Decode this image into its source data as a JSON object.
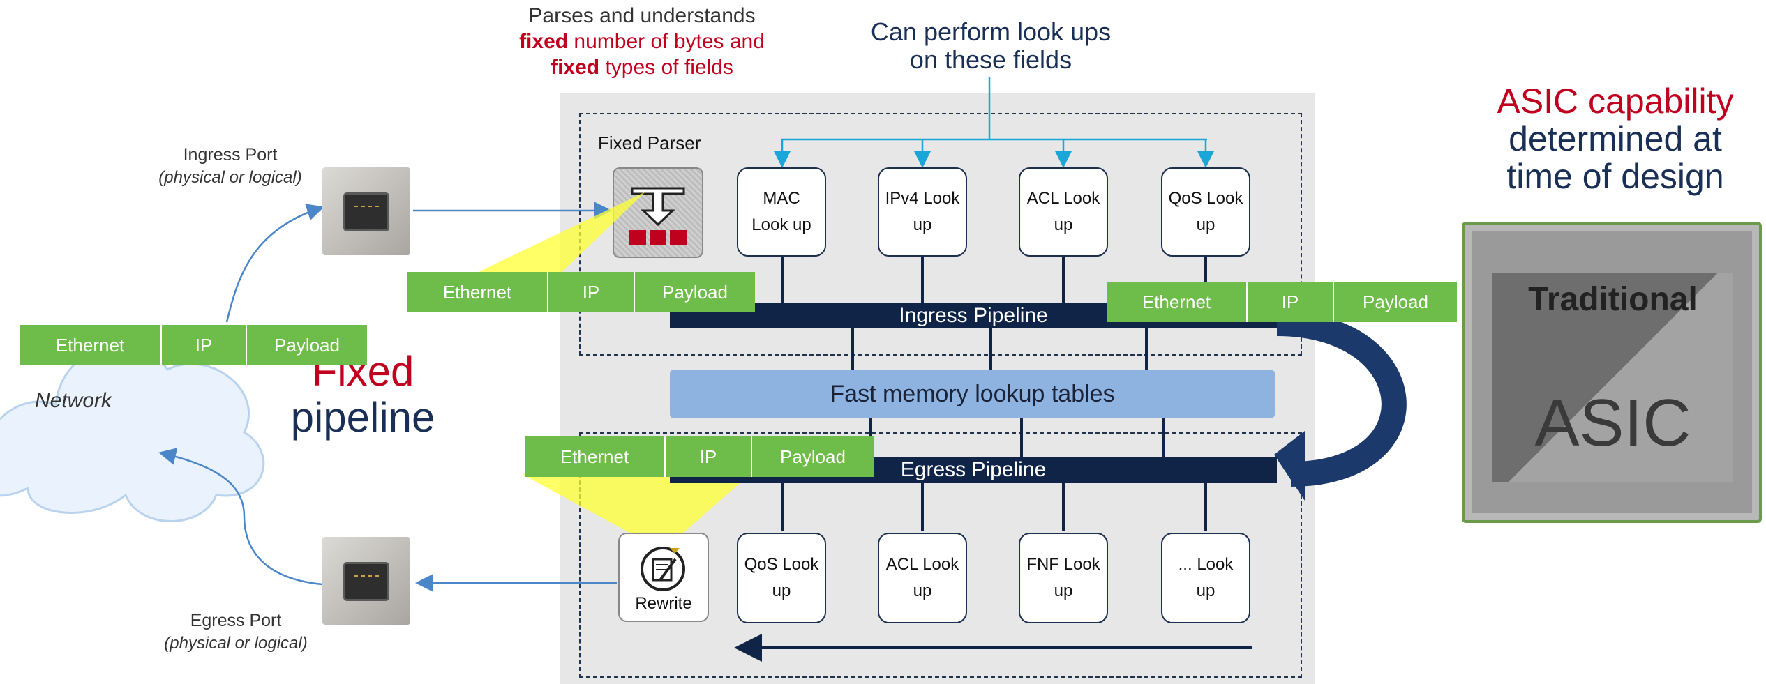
{
  "diagram": {
    "parser_caption": {
      "line1": "Parses and understands",
      "line2_highlight": "fixed",
      "line2_rest": " number of bytes and",
      "line3_highlight": "fixed",
      "line3_rest": " types of fields"
    },
    "lookup_caption": {
      "line1": "Can perform look ups",
      "line2": "on these fields"
    },
    "asic_caption": {
      "line1": "ASIC capability",
      "line2": "determined at",
      "line3": "time of design"
    },
    "asic_chip": {
      "top_label": "Traditional",
      "bottom_label": "ASIC"
    },
    "fixed_parser_label": "Fixed Parser",
    "ingress_lookups": [
      "MAC Look up",
      "IPv4 Look up",
      "ACL Look up",
      "QoS Look up"
    ],
    "egress_lookups": [
      "QoS Look up",
      "ACL Look up",
      "FNF Look up",
      "... Look up"
    ],
    "ingress_pipeline_label": "Ingress Pipeline",
    "egress_pipeline_label": "Egress Pipeline",
    "fast_memory_label": "Fast memory lookup tables",
    "rewrite_label": "Rewrite",
    "packet_fields": [
      "Ethernet",
      "IP",
      "Payload"
    ],
    "ingress_port": {
      "title": "Ingress Port",
      "subtitle": "(physical or logical)"
    },
    "egress_port": {
      "title": "Egress Port",
      "subtitle": "(physical or logical)"
    },
    "network_label": "Network",
    "pipeline_title": {
      "highlight": "Fixed",
      "rest": "pipeline"
    },
    "colors": {
      "packet_green": "#6ebd4b",
      "pipeline_navy": "#0f2447",
      "fast_memory_blue": "#8eb3e0",
      "accent_red": "#c0001f",
      "arrow_cyan": "#1aa7d8",
      "highlight_yellow": "#ffff33"
    },
    "icons": [
      "cloud-icon",
      "ethernet-port-icon",
      "parser-icon",
      "rewrite-icon",
      "asic-chip-icon"
    ]
  }
}
